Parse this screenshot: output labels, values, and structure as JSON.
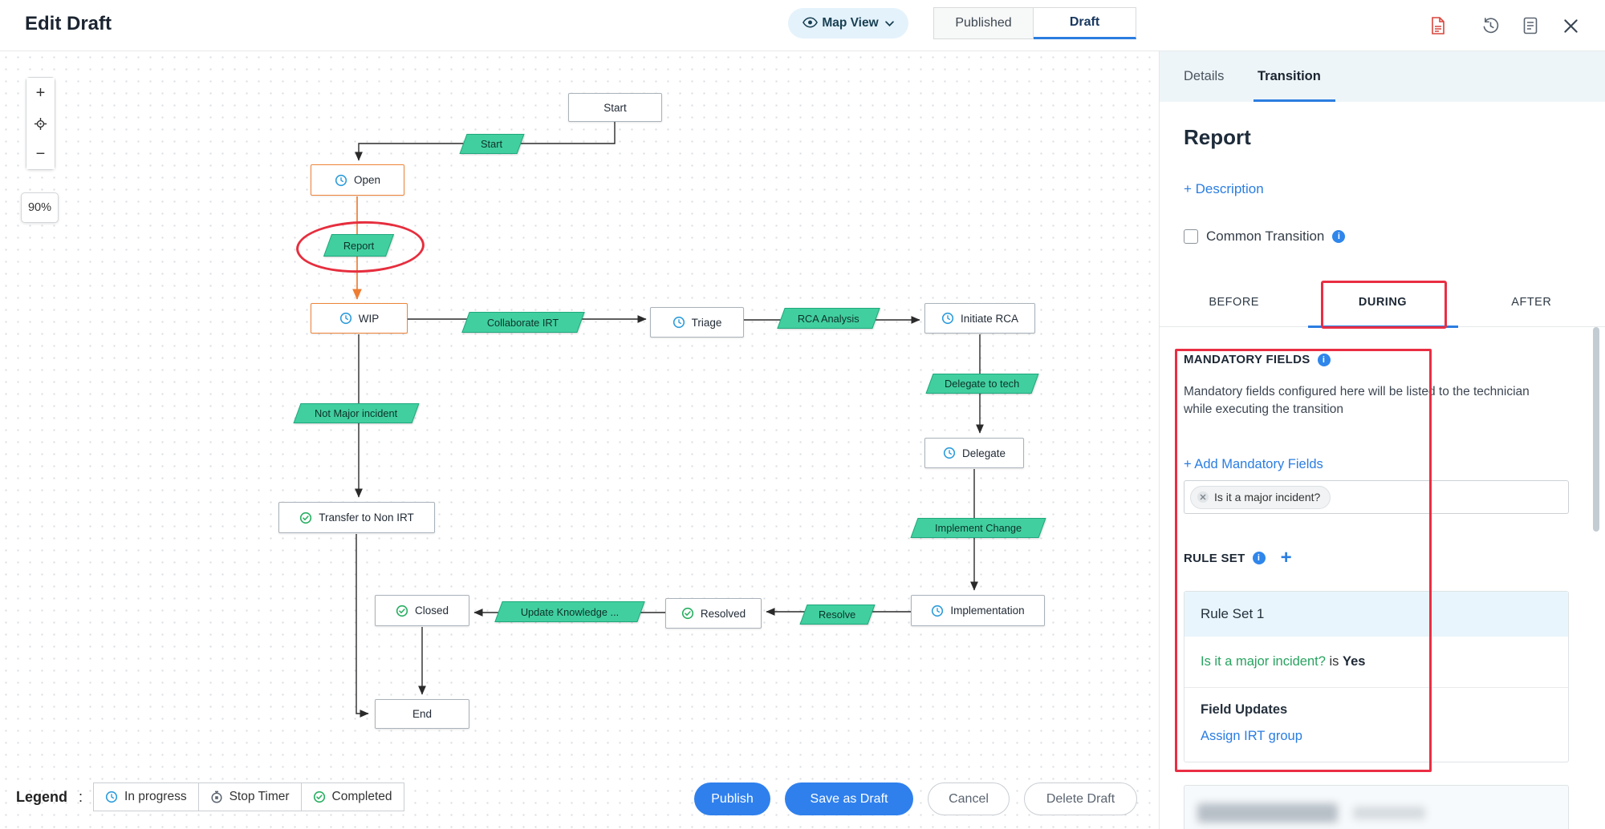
{
  "header": {
    "title": "Edit Draft",
    "view_selector": {
      "label": "Map View"
    },
    "mode_tabs": {
      "published": "Published",
      "draft": "Draft"
    },
    "icons": {
      "export_pdf": "export-pdf-icon",
      "history": "history-icon",
      "document": "document-icon",
      "close": "close-icon",
      "eye": "eye-icon",
      "chevron": "chevron-down-icon"
    }
  },
  "canvas": {
    "zoom": {
      "in": "+",
      "out": "−",
      "level": "90%"
    },
    "states": [
      {
        "label": "Start"
      },
      {
        "label": "Open"
      },
      {
        "label": "WIP"
      },
      {
        "label": "Triage"
      },
      {
        "label": "Initiate RCA"
      },
      {
        "label": "Delegate"
      },
      {
        "label": "Transfer to Non IRT"
      },
      {
        "label": "Implementation"
      },
      {
        "label": "Resolved"
      },
      {
        "label": "Closed"
      },
      {
        "label": "End"
      }
    ],
    "transitions": [
      {
        "label": "Start"
      },
      {
        "label": "Report"
      },
      {
        "label": "Collaborate IRT"
      },
      {
        "label": "RCA Analysis"
      },
      {
        "label": "Not Major incident"
      },
      {
        "label": "Delegate to tech"
      },
      {
        "label": "Implement Change"
      },
      {
        "label": "Resolve"
      },
      {
        "label": "Update Knowledge ..."
      }
    ]
  },
  "legend": {
    "label": "Legend",
    "separator": ":",
    "items": [
      {
        "label": "In progress",
        "icon": "clock-icon"
      },
      {
        "label": "Stop Timer",
        "icon": "stop-timer-icon"
      },
      {
        "label": "Completed",
        "icon": "check-circle-icon"
      }
    ]
  },
  "actions": {
    "publish": "Publish",
    "save_draft": "Save as Draft",
    "cancel": "Cancel",
    "delete_draft": "Delete Draft"
  },
  "panel": {
    "tabs": {
      "details": "Details",
      "transition": "Transition"
    },
    "title": "Report",
    "description_link": "+ Description",
    "common_transition_label": "Common Transition",
    "stage_tabs": {
      "before": "BEFORE",
      "during": "DURING",
      "after": "AFTER"
    },
    "mandatory_fields": {
      "heading": "MANDATORY FIELDS",
      "description": "Mandatory fields configured here will be listed to the technician while executing the transition",
      "add_link": "+ Add Mandatory Fields",
      "chip": "Is it a major incident?"
    },
    "rule_set": {
      "heading": "RULE SET",
      "add_symbol": "+",
      "card_title": "Rule Set 1",
      "condition": {
        "field": "Is it a major incident?",
        "operator": "is",
        "value": "Yes"
      },
      "field_updates_heading": "Field Updates",
      "field_update_link": "Assign IRT group"
    }
  },
  "colors": {
    "accent_blue": "#2a7de1",
    "button_blue": "#2f80ed",
    "annotation_red": "#ea2e43",
    "transition_green": "#41cfa0",
    "state_highlight_orange": "#ee8438",
    "in_progress_blue": "#2d9cdb",
    "completed_green": "#27ae60"
  }
}
